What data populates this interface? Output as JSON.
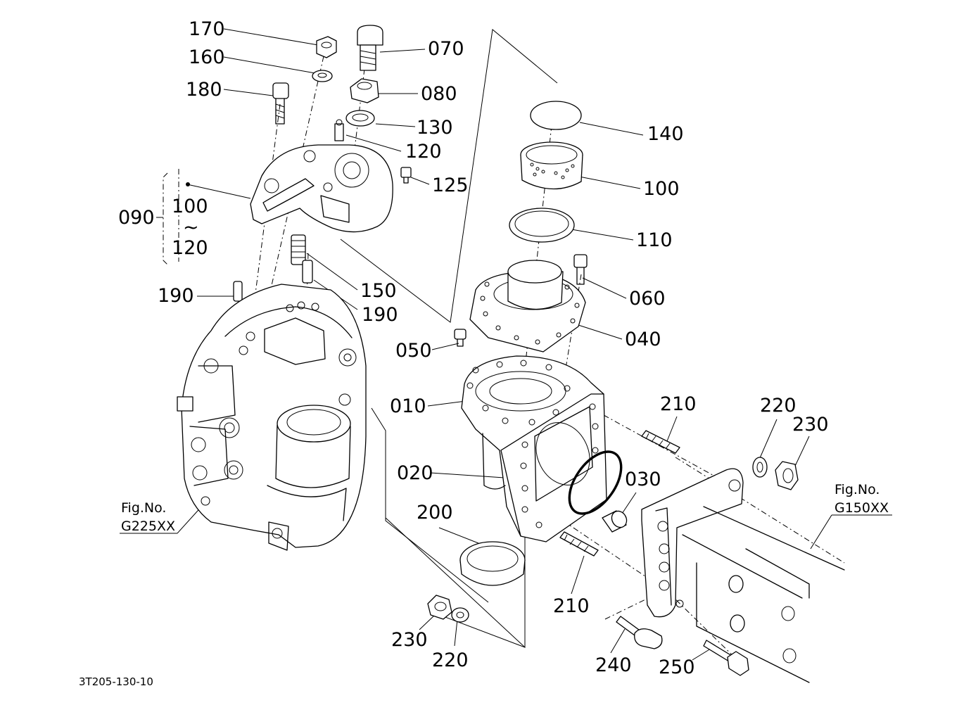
{
  "diagram": {
    "labels": {
      "p170": "170",
      "p160": "160",
      "p180": "180",
      "p070": "070",
      "p080": "080",
      "p130": "130",
      "p120": "120",
      "p125": "125",
      "p090": "090",
      "range_start": "100",
      "range_tilde": "~",
      "range_end": "120",
      "p190a": "190",
      "p150": "150",
      "p190b": "190",
      "p140": "140",
      "p100": "100",
      "p110": "110",
      "p060": "060",
      "p050": "050",
      "p040": "040",
      "p010": "010",
      "p210a": "210",
      "p220a": "220",
      "p230a": "230",
      "p020": "020",
      "p030": "030",
      "p200": "200",
      "p210b": "210",
      "p230b": "230",
      "p220b": "220",
      "p240": "240",
      "p250": "250"
    },
    "fig_left": {
      "line1": "Fig.No.",
      "line2": "G225XX"
    },
    "fig_right": {
      "line1": "Fig.No.",
      "line2": "G150XX"
    },
    "doc_code": "3T205-130-10"
  }
}
